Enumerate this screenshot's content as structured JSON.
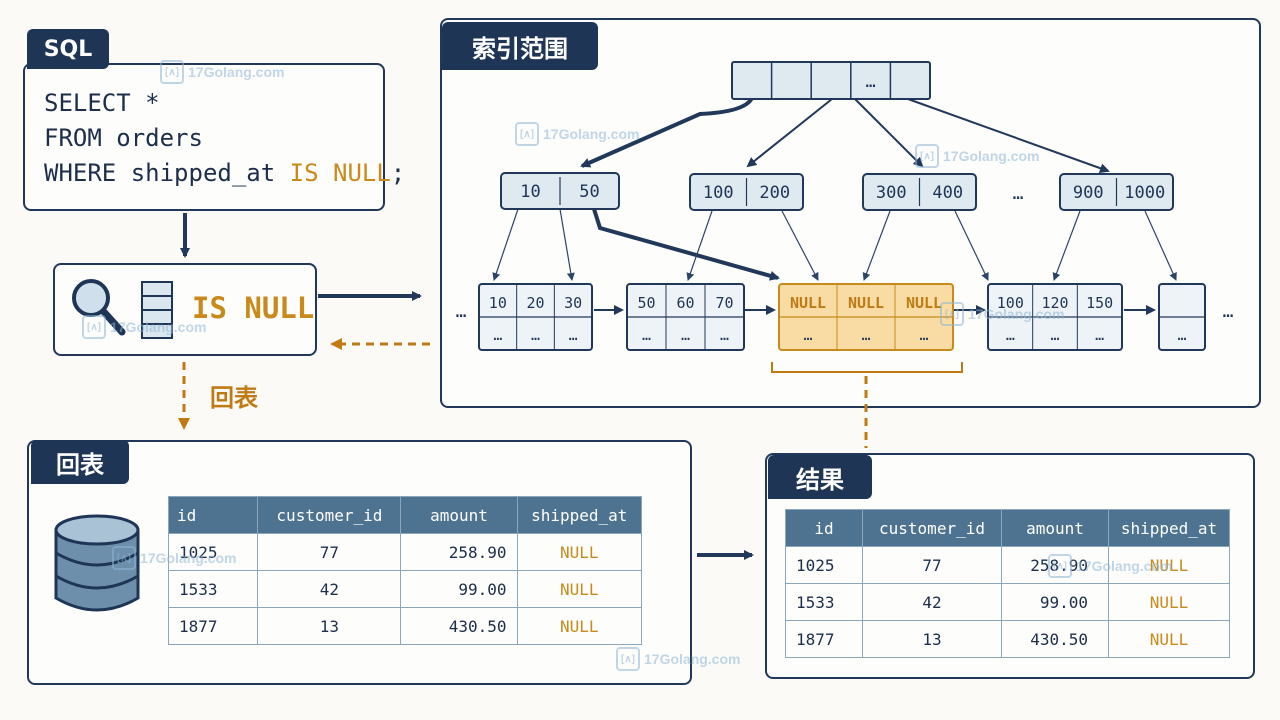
{
  "sql": {
    "tag": "SQL",
    "line1": "SELECT *",
    "line2": "FROM orders",
    "line3_prefix": "WHERE shipped_at ",
    "line3_keyword": "IS NULL",
    "line3_suffix": ";"
  },
  "scan": {
    "label": "IS NULL",
    "icons": [
      "magnifier-icon",
      "index-stack-icon"
    ]
  },
  "back_lookup_arrow_label": "回表",
  "index_range": {
    "tag": "索引范围",
    "root": [
      "",
      "",
      "",
      "…",
      ""
    ],
    "internal_nodes": [
      [
        "10",
        "50"
      ],
      [
        "100",
        "200"
      ],
      [
        "300",
        "400"
      ],
      [
        "900",
        "1000"
      ]
    ],
    "internal_ellipsis": "…",
    "leaves": [
      {
        "keys": [
          "10",
          "20",
          "30"
        ],
        "vals": [
          "…",
          "…",
          "…"
        ]
      },
      {
        "keys": [
          "50",
          "60",
          "70"
        ],
        "vals": [
          "…",
          "…",
          "…"
        ]
      },
      {
        "keys": [
          "NULL",
          "NULL",
          "NULL"
        ],
        "vals": [
          "…",
          "…",
          "…"
        ],
        "highlight": true
      },
      {
        "keys": [
          "100",
          "120",
          "150"
        ],
        "vals": [
          "…",
          "…",
          "…"
        ]
      },
      {
        "keys": [
          ""
        ],
        "vals": [
          "…"
        ]
      }
    ],
    "leaf_ellipsis": "…",
    "highlight_color": "#f8dca4"
  },
  "back_lookup": {
    "tag": "回表",
    "columns": [
      "id",
      "customer_id",
      "amount",
      "shipped_at"
    ],
    "rows": [
      [
        "1025",
        "77",
        "258.90",
        "NULL"
      ],
      [
        "1533",
        "42",
        "99.00",
        "NULL"
      ],
      [
        "1877",
        "13",
        "430.50",
        "NULL"
      ]
    ]
  },
  "result": {
    "tag": "结果",
    "columns": [
      "id",
      "customer_id",
      "amount",
      "shipped_at"
    ],
    "rows": [
      [
        "1025",
        "77",
        "258.90",
        "NULL"
      ],
      [
        "1533",
        "42",
        "99.00",
        "NULL"
      ],
      [
        "1877",
        "13",
        "430.50",
        "NULL"
      ]
    ]
  },
  "watermark": {
    "site": "17Golang.com",
    "icon": "watermark-logo-icon"
  },
  "colors": {
    "navy": "#1f3556",
    "accent": "#c88a1a",
    "node_fill": "#dfeaf0",
    "header_fill": "#4d7391"
  }
}
